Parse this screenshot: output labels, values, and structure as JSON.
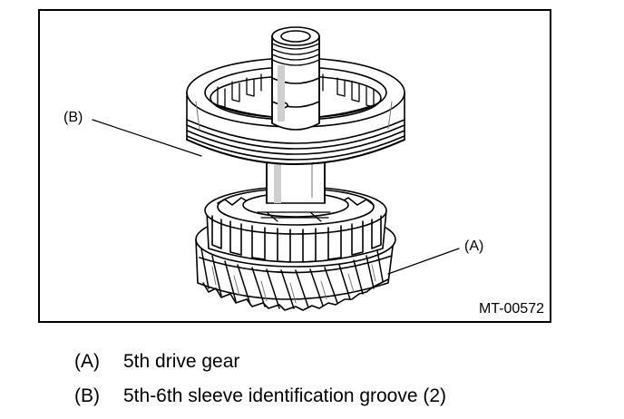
{
  "figure": {
    "id_label": "MT-00572",
    "callouts": {
      "a": "(A)",
      "b": "(B)"
    }
  },
  "legend": {
    "items": [
      {
        "key": "(A)",
        "text": "5th drive gear"
      },
      {
        "key": "(B)",
        "text": "5th-6th sleeve identification groove (2)"
      }
    ]
  },
  "colors": {
    "line": "#000000",
    "background": "#ffffff",
    "shade": "#cfcfcf"
  }
}
